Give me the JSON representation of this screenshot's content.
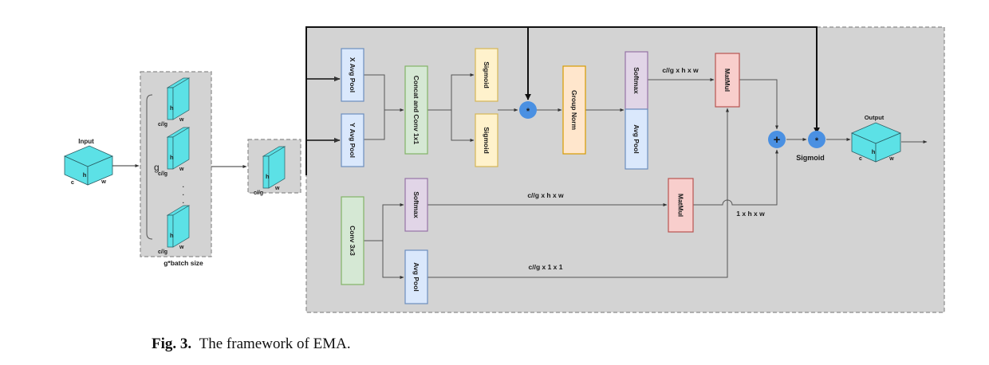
{
  "caption": {
    "figure_label": "Fig. 3",
    "text": "The framework of EMA."
  },
  "input": {
    "title": "Input",
    "dims": {
      "c": "c",
      "h": "h",
      "w": "w"
    }
  },
  "grouping": {
    "group_symbol": "g",
    "slice_dims": {
      "c": "c//g",
      "h": "h",
      "w": "w"
    },
    "ellipsis": "·\n·\n·",
    "footer": "g*batch size"
  },
  "single_group": {
    "dims": {
      "c": "c//g",
      "h": "h",
      "w": "w"
    }
  },
  "blocks": {
    "x_avg_pool": "X Avg Pool",
    "y_avg_pool": "Y Avg Pool",
    "concat_conv": "Concat and Conv 1x1",
    "sigmoid_top": "Sigmoid",
    "sigmoid_bottom": "Sigmoid",
    "group_norm": "Group Norm",
    "softmax_top": "Softmax",
    "avg_pool_top": "Avg Pool",
    "matmul_top": "MatMul",
    "conv3x3": "Conv 3x3",
    "softmax_bottom": "Softmax",
    "avg_pool_bottom": "Avg Pool",
    "matmul_bottom": "MatMul"
  },
  "operators": {
    "multiply_1": "*",
    "add": "+",
    "multiply_2": "*",
    "sigmoid_label": "Sigmoid"
  },
  "edge_labels": {
    "top_softmax_out": "c//g x h x w",
    "bottom_softmax_out": "c//g x h x w",
    "bottom_avgpool_out": "c//g x 1 x 1",
    "matmul_bottom_out": "1 x h x w"
  },
  "output": {
    "title": "Output",
    "dims": {
      "c": "c",
      "h": "h",
      "w": "w"
    }
  },
  "colors": {
    "panel_bg": "#d3d3d3",
    "panel_border": "#8c8c8c",
    "cube_fill": "#5ce1e6",
    "blue_block_fill": "#dae8fc",
    "blue_block_stroke": "#6c8ebf",
    "green_block_fill": "#d5e8d4",
    "green_block_stroke": "#82b366",
    "yellow_block_fill": "#fff2cc",
    "yellow_block_stroke": "#d6b656",
    "orange_block_fill": "#ffe6cc",
    "orange_block_stroke": "#d79b00",
    "purple_block_fill": "#e1d5e7",
    "purple_block_stroke": "#9673a6",
    "red_block_fill": "#f8cecc",
    "red_block_stroke": "#b85450",
    "operator_fill": "#4a90e2"
  }
}
